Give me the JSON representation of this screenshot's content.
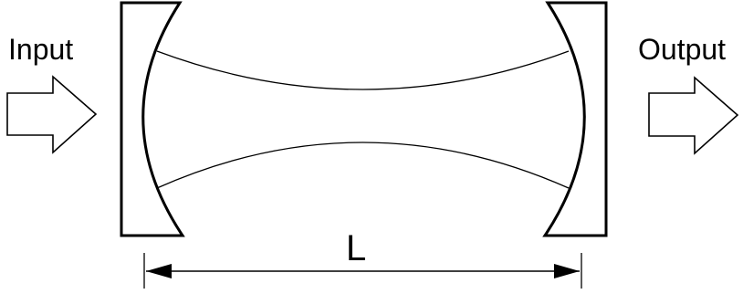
{
  "labels": {
    "input": "Input",
    "output": "Output",
    "length": "L"
  },
  "colors": {
    "line": "#000000",
    "background": "#ffffff",
    "arrow_fill": "#ffffff"
  }
}
